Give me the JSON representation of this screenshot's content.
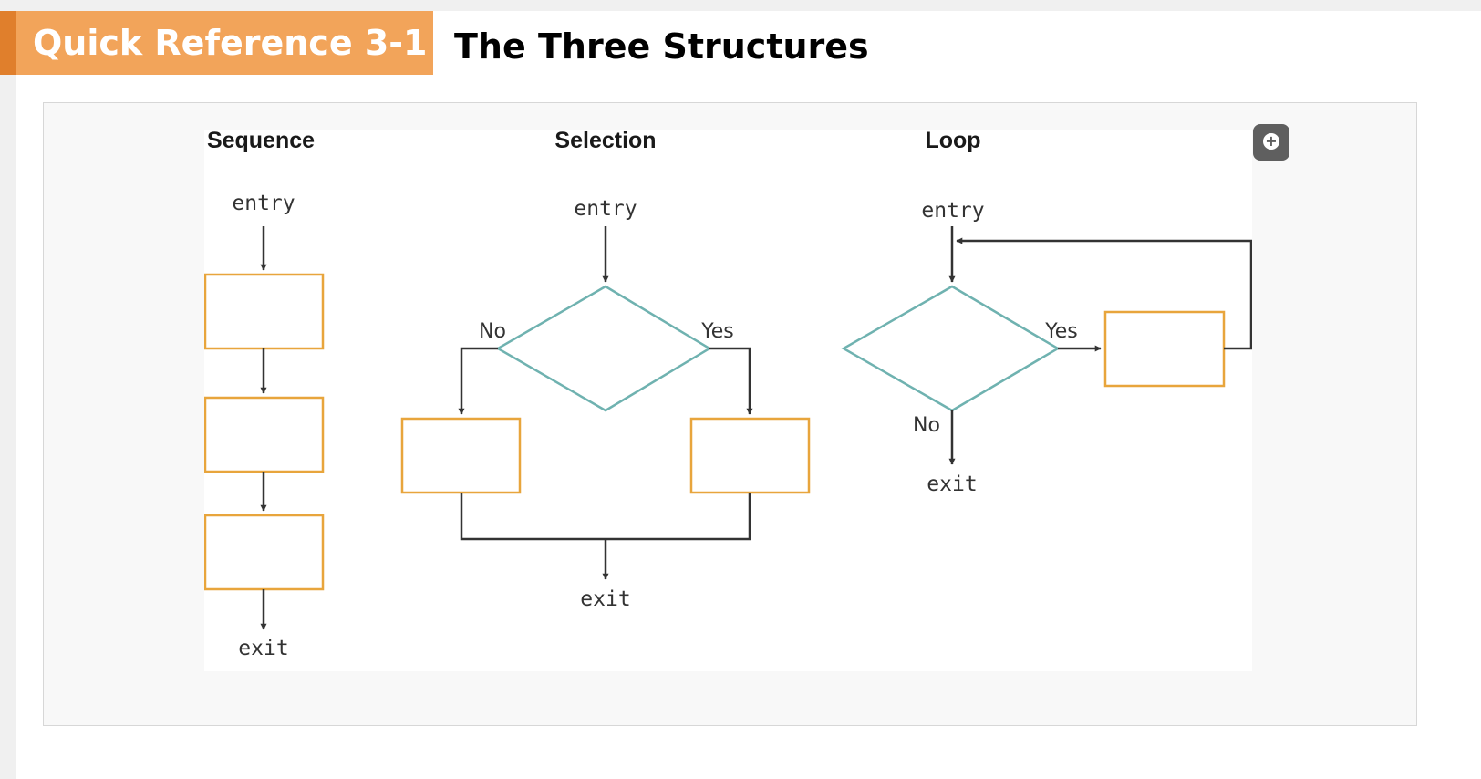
{
  "header": {
    "badge": "Quick Reference 3-1",
    "title": "The Three Structures"
  },
  "figure": {
    "sequence": {
      "heading": "Sequence",
      "entry": "entry",
      "exit": "exit"
    },
    "selection": {
      "heading": "Selection",
      "entry": "entry",
      "no_label": "No",
      "yes_label": "Yes",
      "exit": "exit"
    },
    "loop": {
      "heading": "Loop",
      "entry": "entry",
      "yes_label": "Yes",
      "no_label": "No",
      "exit": "exit"
    }
  },
  "controls": {
    "expand_icon": "plus-icon"
  },
  "colors": {
    "badge_bg": "#f2a45a",
    "badge_accent": "#e07f2c",
    "process_box": "#e8a53c",
    "decision_diamond": "#6fb2b0",
    "connector": "#333333"
  }
}
